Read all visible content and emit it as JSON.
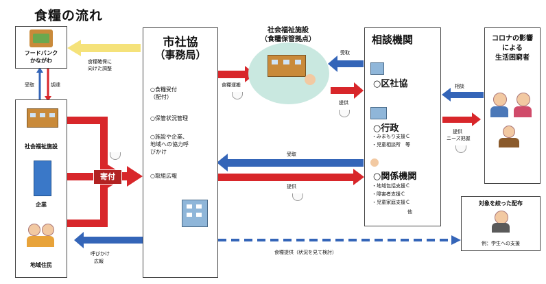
{
  "title": "食糧の流れ",
  "foodbank": {
    "label1": "フードバンク",
    "label2": "かながわ"
  },
  "foodbank_arrow_label": [
    "食糧確保に",
    "向けた調整"
  ],
  "donation_side": {
    "up_label": "受取",
    "down_label": "調達"
  },
  "donors": [
    {
      "label": "社会福祉施設"
    },
    {
      "label": "企業"
    },
    {
      "label": "地域住民"
    }
  ],
  "kifu_label": "寄付",
  "shakyo": {
    "title1": "市社協",
    "title2": "（事務局）",
    "items": [
      "○食糧受付\n（配付）",
      "○保管状況管理",
      "○施設や企業、\n地域への協力呼\nびかけ",
      "○取組広報"
    ]
  },
  "facility": {
    "title1": "社会福祉施設",
    "title2": "（食糧保管拠点）"
  },
  "transport_label": "食糧運搬",
  "receive_label_top": "受取",
  "provide_label_top": "提供",
  "soudan": {
    "title": "相談機関",
    "sections": [
      {
        "head": "○区社協",
        "items": []
      },
      {
        "head": "○行政",
        "items": [
          "・みまもり支援Ｃ",
          "・児童相談所　等"
        ]
      },
      {
        "head": "○関係機関",
        "items": [
          "・地域包括支援Ｃ",
          "・障害者支援Ｃ",
          "・児童家庭支援Ｃ",
          "他"
        ]
      }
    ]
  },
  "middle_receive_label": "受取",
  "middle_provide_label": "提供",
  "consult_label": "相談",
  "provide_needs_label": [
    "提供",
    "ニーズ把握"
  ],
  "corona": {
    "lines": [
      "コロナの影響",
      "による",
      "生活困窮者"
    ]
  },
  "targeted": {
    "title": "対象を絞った配布",
    "example": "例：学生への支援"
  },
  "call_label": [
    "呼びかけ",
    "広報"
  ],
  "bottom_label": "食糧提供（状況を見て検討）",
  "colors": {
    "red": "#d8262a",
    "blue": "#3465b8",
    "yellow": "#f5e27a",
    "teal_circle": "#c9e8e0"
  }
}
